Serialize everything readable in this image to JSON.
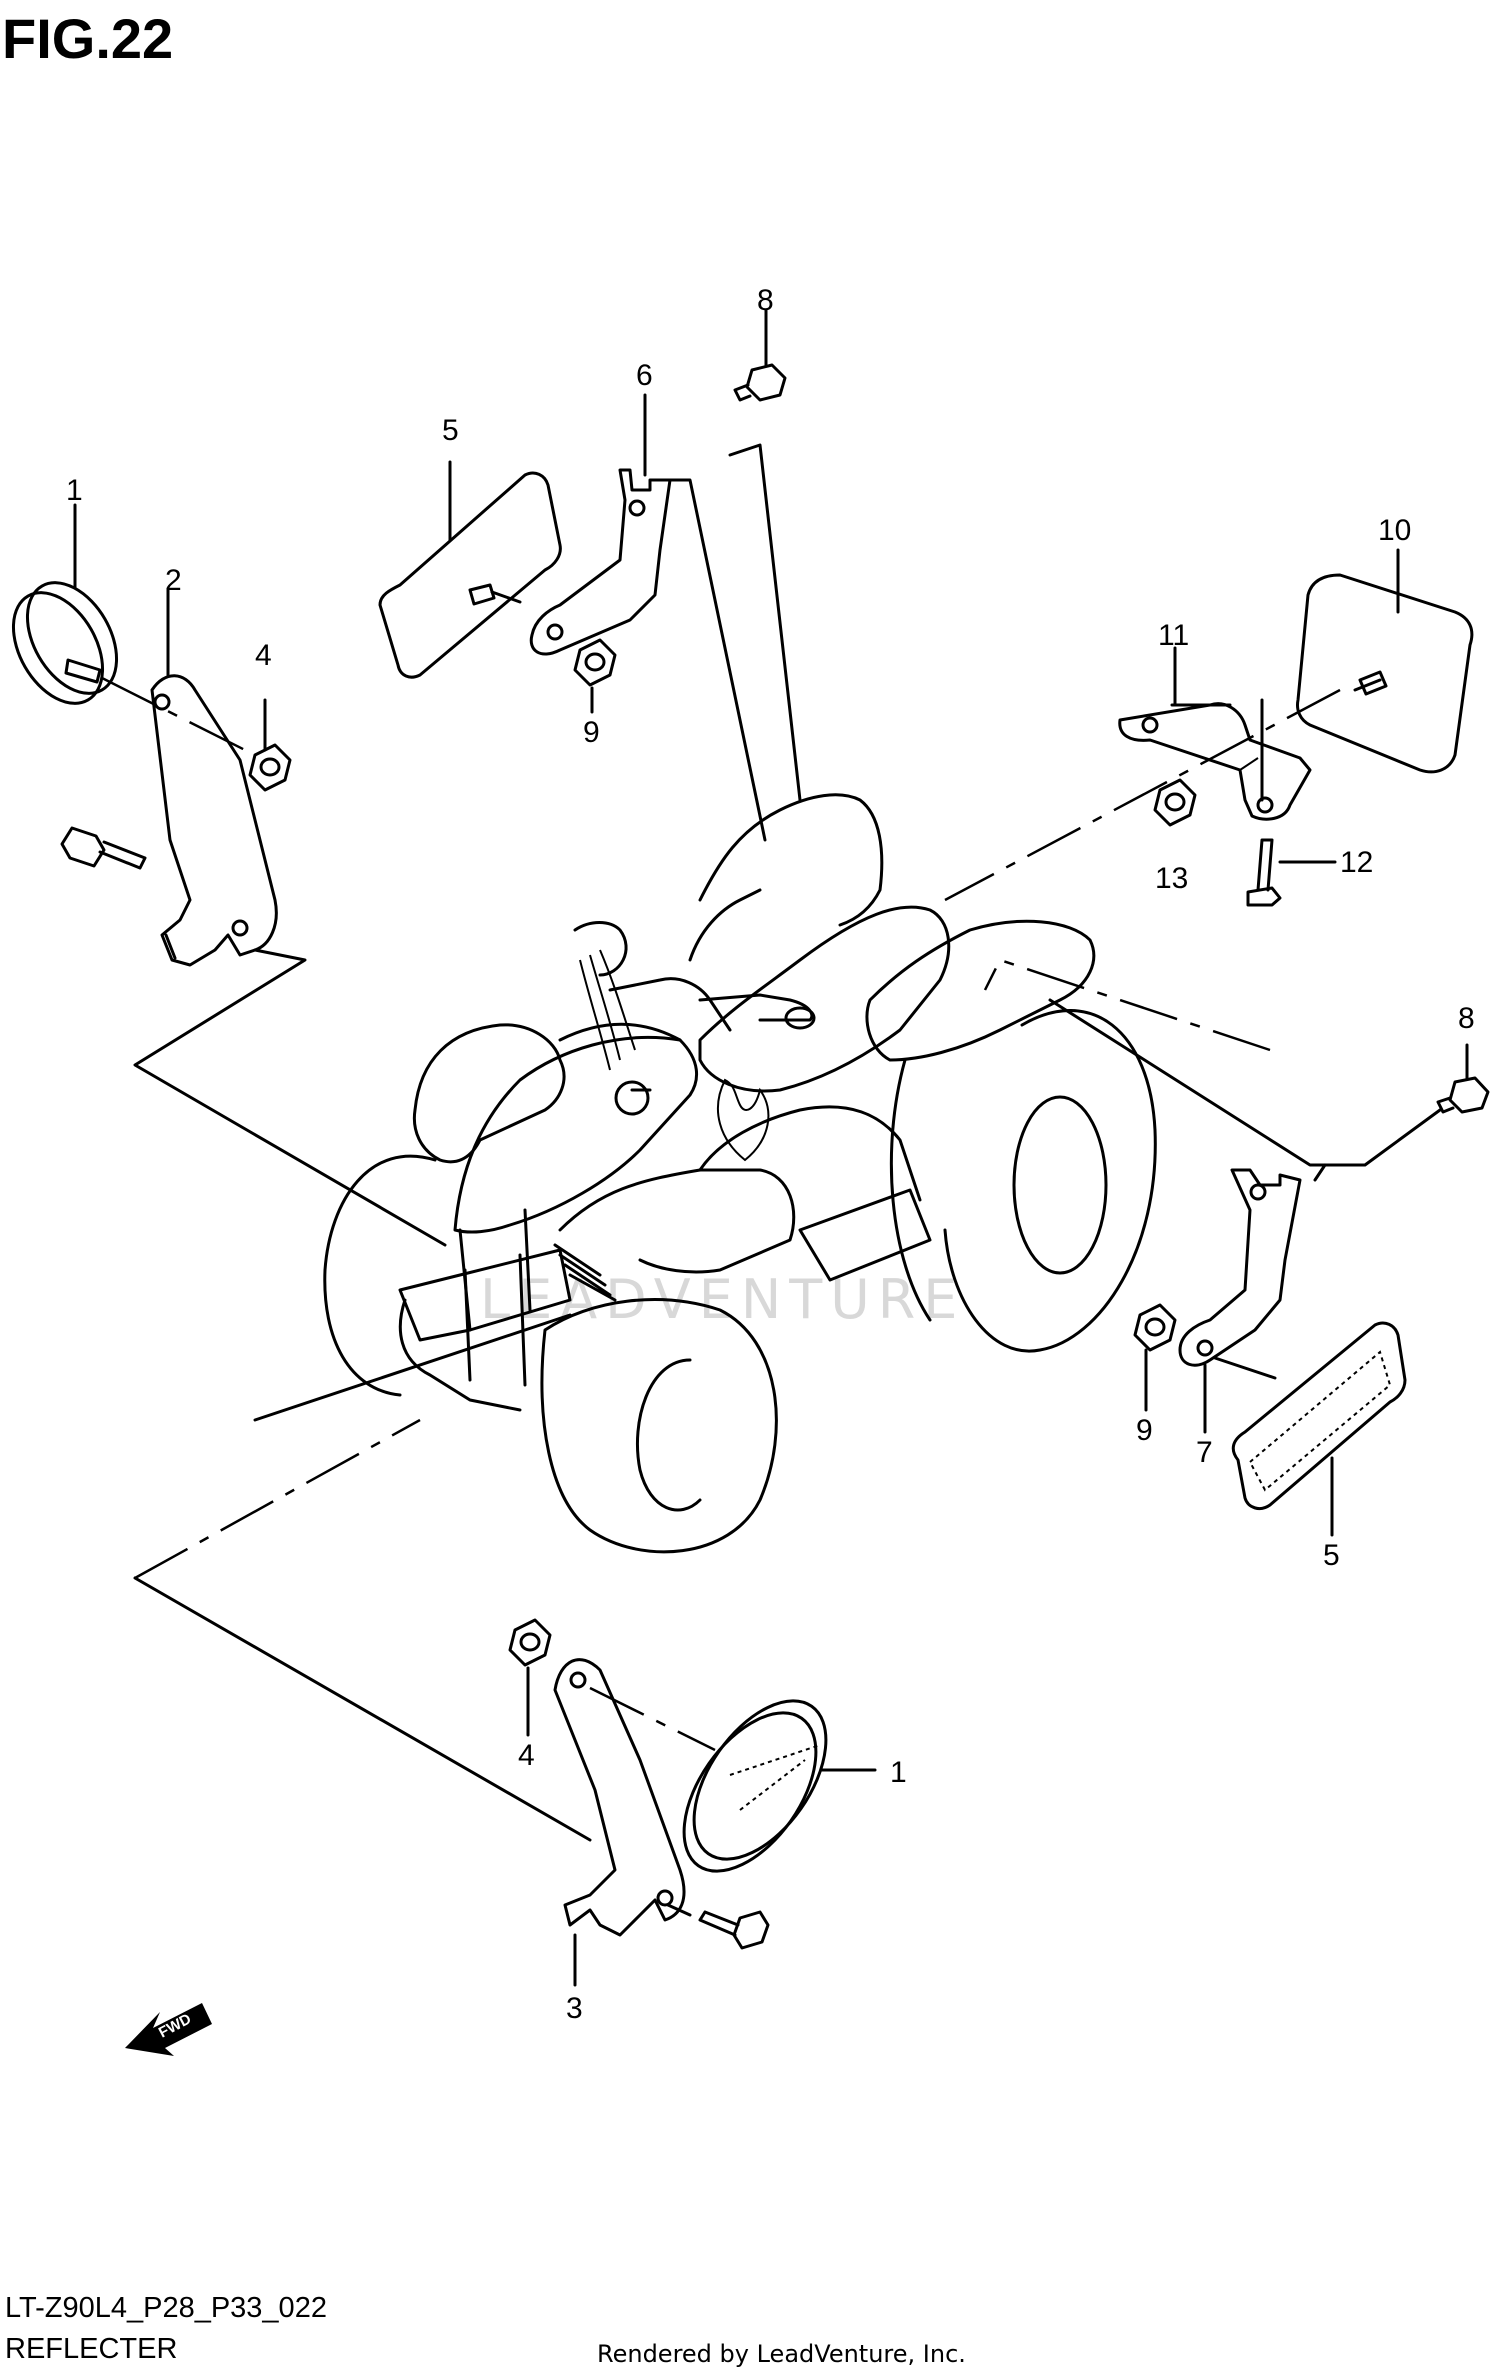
{
  "figure": {
    "title": "FIG.22",
    "code": "LT-Z90L4_P28_P33_022",
    "caption": "REFLECTER",
    "credit": "Rendered by LeadVenture, Inc.",
    "watermark": "LEADVENTURE",
    "fwd_label": "FWD"
  },
  "callouts": {
    "c1a": "1",
    "c2": "2",
    "c4a": "4",
    "c5a": "5",
    "c6": "6",
    "c8a": "8",
    "c9a": "9",
    "c10": "10",
    "c11": "11",
    "c13": "13",
    "c12": "12",
    "c8b": "8",
    "c9b": "9",
    "c7": "7",
    "c5b": "5",
    "c4b": "4",
    "c1b": "1",
    "c3": "3"
  }
}
